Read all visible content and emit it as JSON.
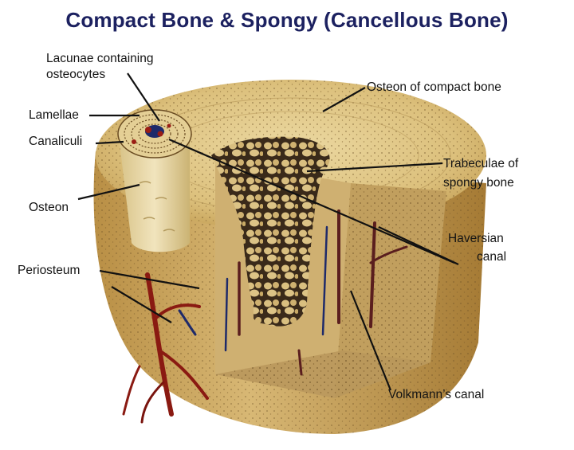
{
  "title": "Compact Bone & Spongy (Cancellous Bone)",
  "labels": {
    "lacunae_line1": "Lacunae containing",
    "lacunae_line2": "osteocytes",
    "lamellae": "Lamellae",
    "canaliculi": "Canaliculi",
    "osteon": "Osteon",
    "periosteum": "Periosteum",
    "osteon_compact": "Osteon of compact bone",
    "trabeculae_line1": "Trabeculae of",
    "trabeculae_line2": "spongy bone",
    "haversian_line1": "Haversian",
    "haversian_line2": "canal",
    "volkmann": "Volkmann’s canal"
  },
  "colors": {
    "title": "#1c2160",
    "bone_light": "#e8d49a",
    "bone_mid": "#d4b46a",
    "bone_dark": "#b08a3c",
    "spongy_dark": "#3a2a1a",
    "vessel_red": "#8a1a12",
    "vessel_blue": "#1e2a6a",
    "leader": "#111111"
  }
}
